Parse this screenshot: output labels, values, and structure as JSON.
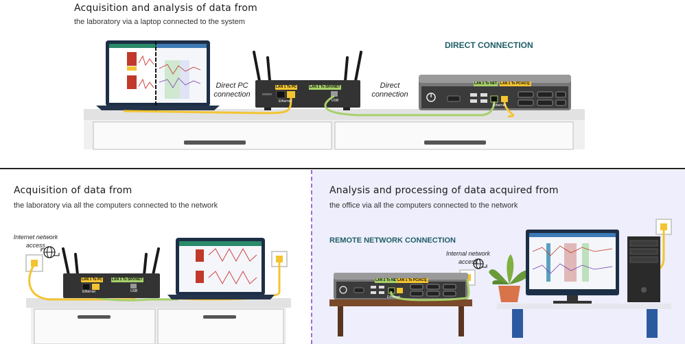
{
  "top": {
    "title": "Acquisition and analysis of data from",
    "subtitle": "the laboratory via a laptop connected to the system",
    "direct_pc_connection": [
      "Direct PC",
      "connection"
    ],
    "direct_connection": [
      "Direct",
      "connection"
    ],
    "heading": "DIRECT CONNECTION",
    "router": {
      "lan1": "LAN 1 To PC",
      "lan2": "LAN 2 To SRV/NET",
      "ethernet": "Ethernet",
      "usb": "USB"
    },
    "device": {
      "lan2": "LAN 2 To NET",
      "lan1": "LAN 1 To PC/ACQ.",
      "ethernet": "Ethernet"
    }
  },
  "bottom_left": {
    "title": "Acquisition of data from",
    "subtitle": "the laboratory via all the computers connected to the network",
    "internet": [
      "Internet network",
      "access"
    ],
    "router": {
      "lan1": "LAN 1 To PC",
      "lan2": "LAN 2 To SRV/NET",
      "ethernet": "Ethernet",
      "usb": "USB"
    }
  },
  "bottom_right": {
    "title": "Analysis and processing of data acquired from",
    "subtitle": "the office via all the computers connected to the network",
    "heading": "REMOTE NETWORK CONNECTION",
    "internet": [
      "Internal network",
      "access"
    ],
    "device": {
      "lan2": "LAN 2 To NET",
      "lan1": "LAN 1 To PC/ACQ.",
      "ethernet": "Ethernet"
    }
  },
  "colors": {
    "heading": "#1f5d66",
    "cable_yellow": "#f3c431",
    "cable_green": "#a6d06a",
    "remote_bg": "#eeeefc",
    "divider_purple": "#9b6fd1"
  }
}
